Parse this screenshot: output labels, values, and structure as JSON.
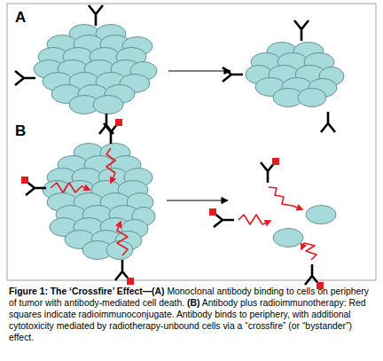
{
  "diagram": {
    "caption": "Figure 1: The ‘Crossfire’ Effect—(A) Monoclonal antibody binding to cells on periphery of tumor with antibody-mediated cell death. (B) Antibody plus radioimmunotherapy: Red squares indicate radioimmunoconjugate. Antibody binds to periphery, with additional cytotoxicity mediated by radiotherapy-unbound cells via a “crossfire” (or “bystander”) effect.",
    "labels": [
      "A",
      "B"
    ]
  }
}
